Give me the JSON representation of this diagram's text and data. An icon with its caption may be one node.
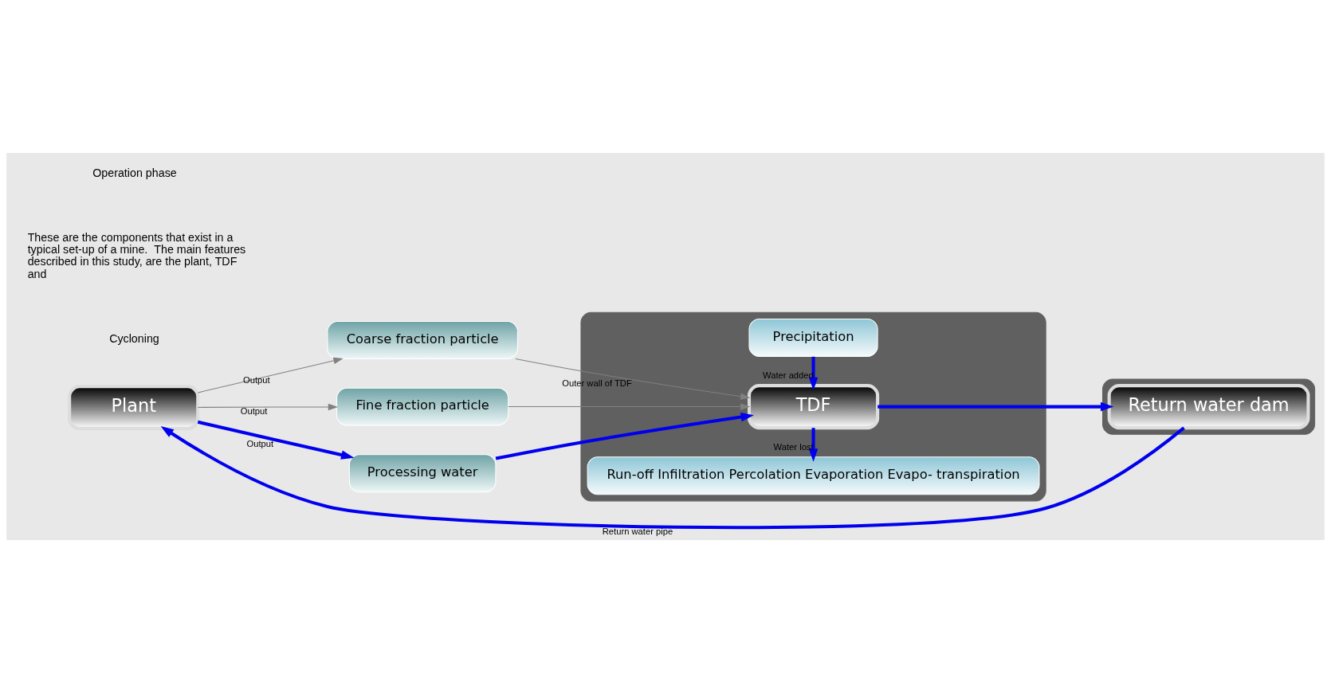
{
  "diagram": {
    "nodes": [
      {
        "text": [
          "Plant"
        ]
      },
      {
        "text": [
          "Coarse fraction particle"
        ]
      },
      {
        "text": [
          "Fine fraction particle"
        ]
      },
      {
        "text": [
          "Processing water"
        ]
      },
      {
        "text": [],
        "shape": "band"
      },
      {
        "text": [
          "Precipitation"
        ],
        "in": 4
      },
      {
        "text": [
          "TDF"
        ],
        "in": 4
      },
      {
        "text": [
          "Run-off Infiltration Percolation Evaporation Evapo- transpiration"
        ],
        "in": 4
      },
      {
        "text": [],
        "shape": "band"
      },
      {
        "text": [
          "Return water dam"
        ],
        "in": 8
      }
    ],
    "edges": [
      {
        "from": 9,
        "to": 0,
        "arrow": "to",
        "label": "Return water pipe"
      },
      {
        "from": 0,
        "to": 1,
        "arrow": "to",
        "label": "Output",
        "color": "#808080"
      },
      {
        "from": 0,
        "to": 2,
        "arrow": "to",
        "label": "Output",
        "color": "#808080"
      },
      {
        "from": 1,
        "to": 6,
        "arrow": "to",
        "label": "Outer wall of TDF",
        "color": "#808080"
      },
      {
        "from": 2,
        "to": 6,
        "arrow": "to",
        "color": "#808080"
      },
      {
        "from": 0,
        "to": 3,
        "arrow": "to",
        "label": "Output"
      },
      {
        "from": 3,
        "to": 6,
        "arrow": "to"
      },
      {
        "from": 5,
        "to": 6,
        "arrow": "to",
        "label": "Water added"
      },
      {
        "from": 6,
        "to": 7,
        "arrow": "to",
        "label": "Water lost"
      },
      {
        "from": 6,
        "to": 9,
        "arrow": "to"
      }
    ],
    "labels": [
      "Cycloning",
      "Operation phase",
      "These are the components that exist in a typical set-up of a mine.  The main features described in this study, are the plant, TDF and"
    ]
  }
}
